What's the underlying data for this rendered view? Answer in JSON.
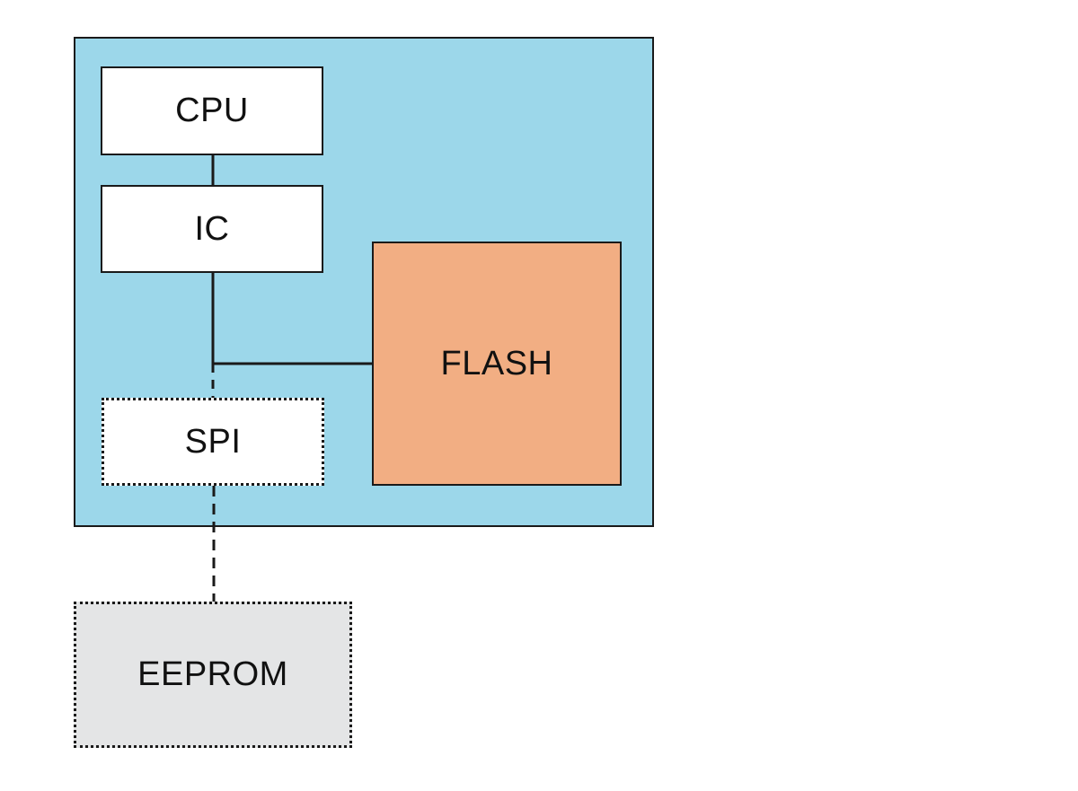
{
  "diagram": {
    "blocks": {
      "cpu": {
        "label": "CPU"
      },
      "ic": {
        "label": "IC"
      },
      "spi": {
        "label": "SPI"
      },
      "flash": {
        "label": "FLASH"
      },
      "eeprom": {
        "label": "EEPROM"
      }
    },
    "colors": {
      "chip_background": "#9cd7ea",
      "flash_fill": "#f2ae83",
      "eeprom_fill": "#e4e5e6",
      "block_fill": "#ffffff",
      "line": "#1a1a1a"
    },
    "connections": [
      {
        "from": "cpu",
        "to": "ic",
        "style": "solid"
      },
      {
        "from": "ic",
        "to": "flash",
        "style": "solid"
      },
      {
        "from": "ic",
        "to": "spi",
        "style": "dashed"
      },
      {
        "from": "spi",
        "to": "eeprom",
        "style": "dashed"
      }
    ]
  }
}
